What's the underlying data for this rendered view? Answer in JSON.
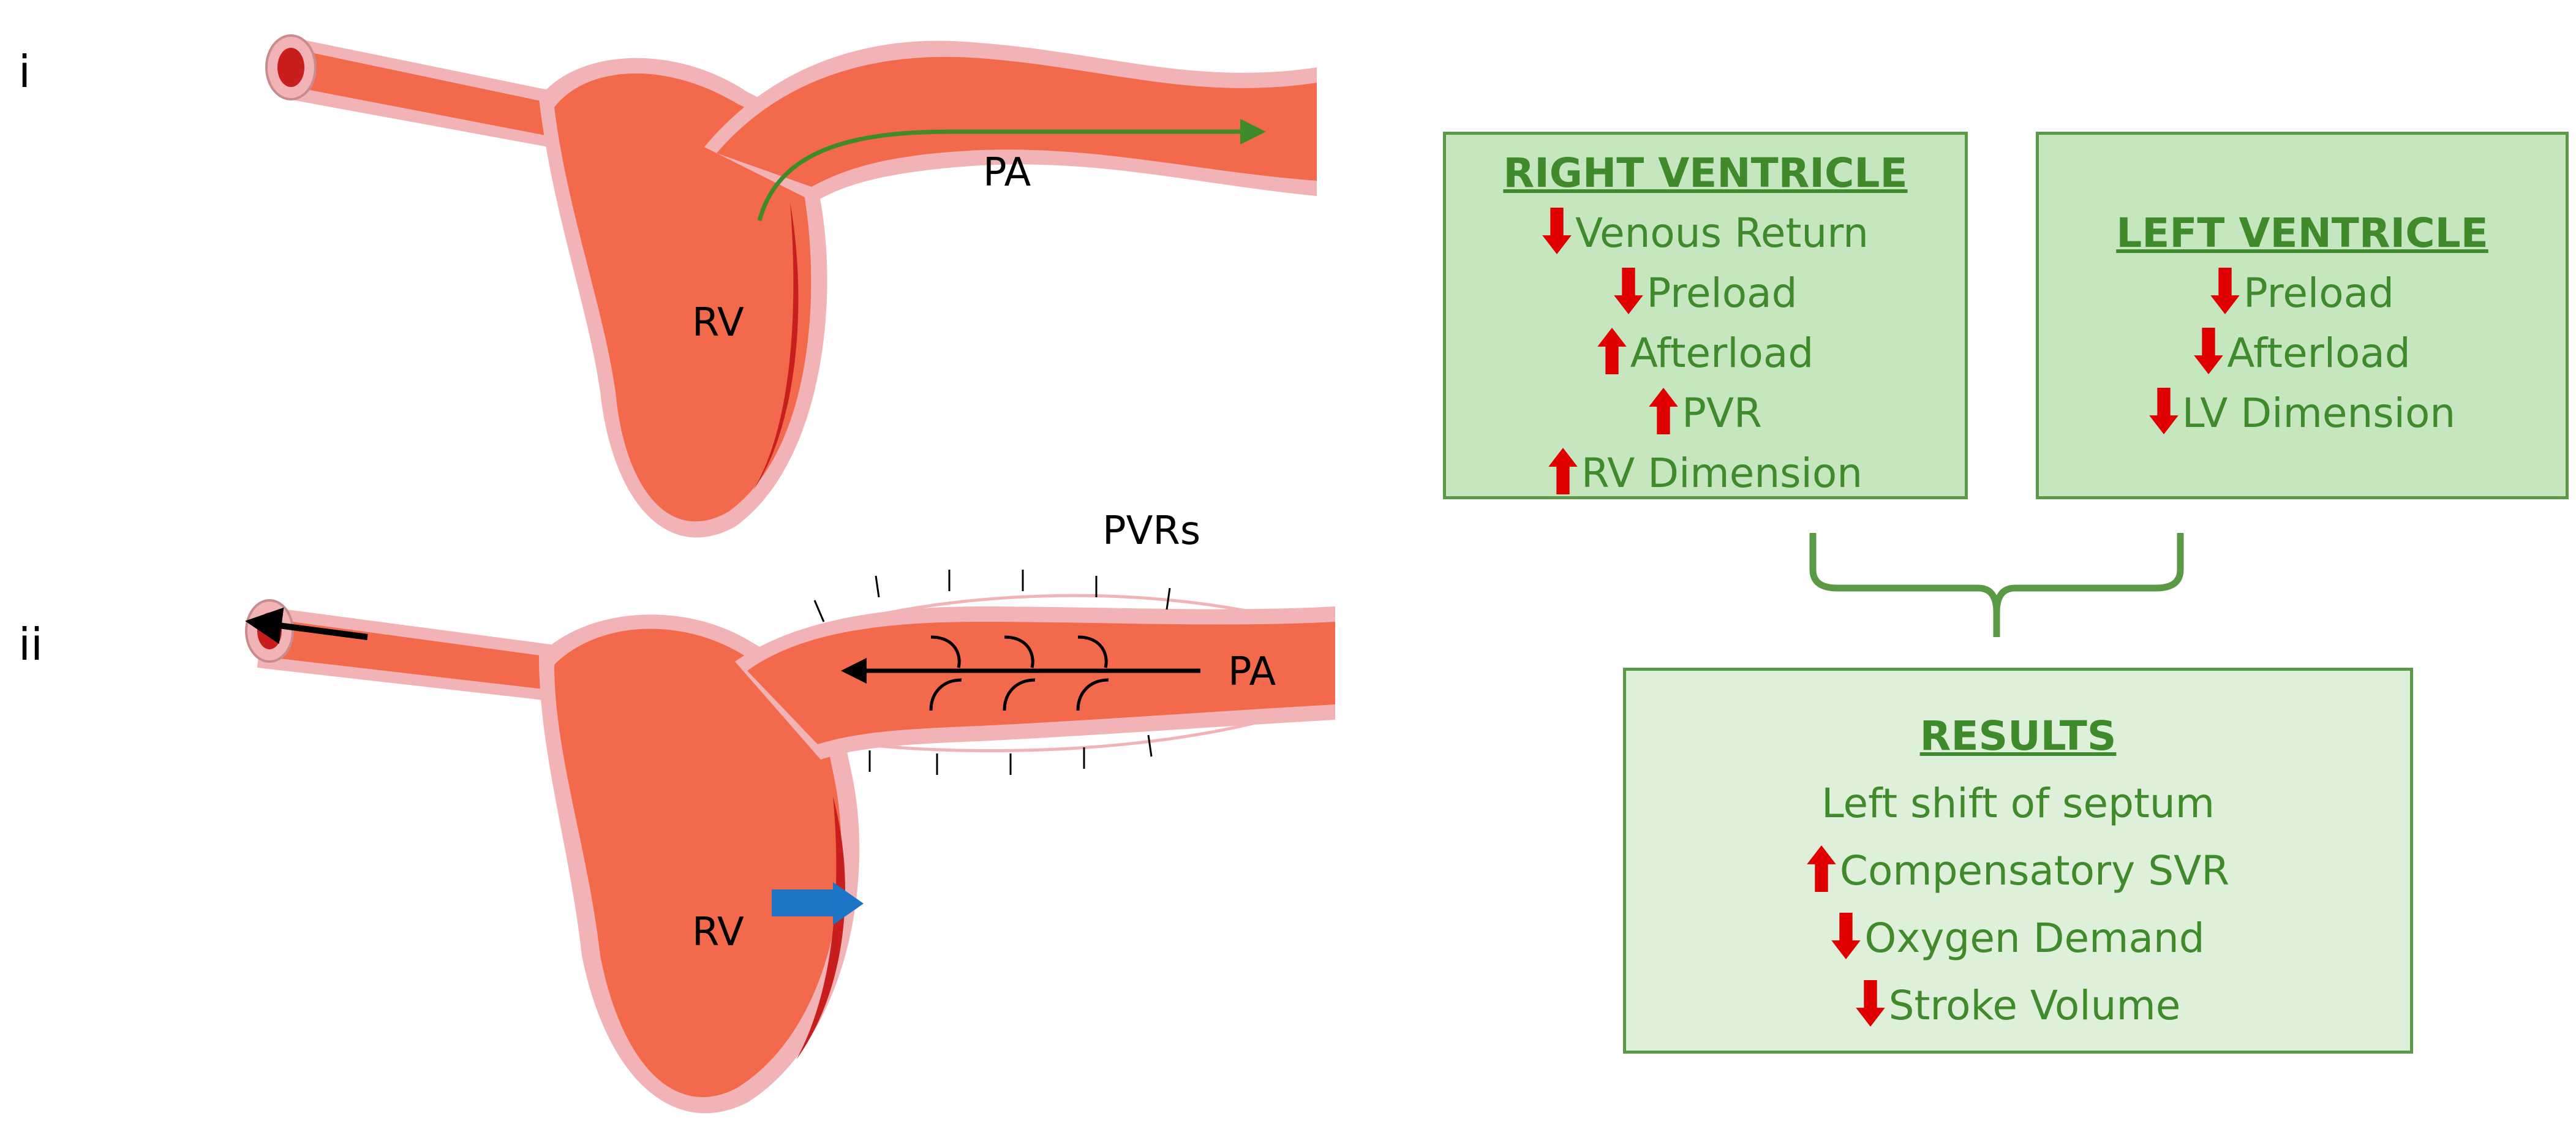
{
  "panels": [
    {
      "label": "i",
      "rv_label": "RV",
      "pa_label": "PA"
    },
    {
      "label": "ii",
      "rv_label": "RV",
      "pa_label": "PA",
      "pvr_label": "PVRs"
    }
  ],
  "right_ventricle": {
    "title": "RIGHT VENTRICLE",
    "items": [
      {
        "dir": "down",
        "text": "Venous Return"
      },
      {
        "dir": "down",
        "text": "Preload"
      },
      {
        "dir": "up",
        "text": "Afterload"
      },
      {
        "dir": "up",
        "text": "PVR"
      },
      {
        "dir": "up",
        "text": "RV Dimension"
      }
    ]
  },
  "left_ventricle": {
    "title": "LEFT VENTRICLE",
    "items": [
      {
        "dir": "down",
        "text": "Preload"
      },
      {
        "dir": "down",
        "text": "Afterload"
      },
      {
        "dir": "down",
        "text": "LV Dimension"
      }
    ]
  },
  "results": {
    "title": "RESULTS",
    "subtitle": "Left shift of septum",
    "items": [
      {
        "dir": "up",
        "text": "Compensatory SVR"
      },
      {
        "dir": "down",
        "text": "Oxygen Demand"
      },
      {
        "dir": "down",
        "text": "Stroke Volume"
      }
    ]
  },
  "colors": {
    "box_fill_light": "#c6e6bf",
    "box_fill_lighter": "#dff0da",
    "box_border": "#5a9a46",
    "text_green": "#3f8a2b",
    "arrow_red": "#e00000",
    "vessel_fill": "#f26a4b",
    "vessel_wall": "#f2b3b6",
    "flow_arrow_green": "#3f8a2b",
    "septum_arrow_blue": "#1e74c6"
  }
}
